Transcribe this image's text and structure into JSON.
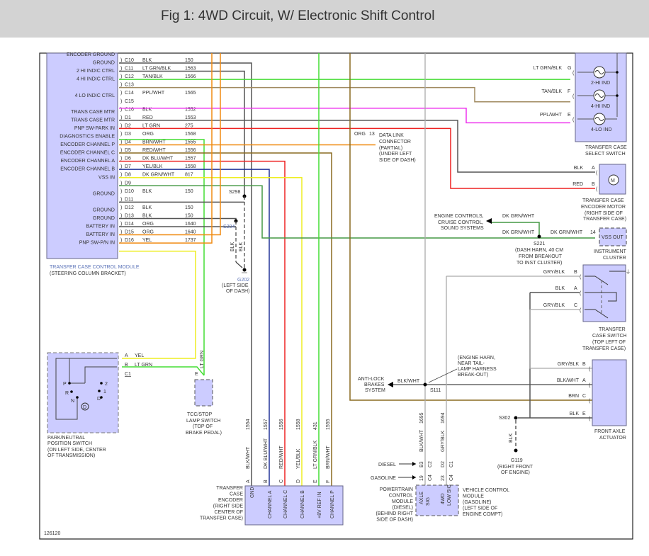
{
  "header": {
    "title": "Fig 1: 4WD Circuit, W/ Electronic Shift Control"
  },
  "figure_id": "126120",
  "colors": {
    "module_fill": "#ccccff",
    "module_border": "#666688",
    "label_blue": "#5b73b8",
    "BLK": "#555555",
    "LT_GRN": "#44dd33",
    "TAN": "#a08a60",
    "PPL_WHT": "#ee33ee",
    "RED": "#ee2222",
    "ORG": "#f08a10",
    "BRN": "#8a6a20",
    "DK_BLU": "#223399",
    "YEL": "#eeee22",
    "DK_GRN": "#449944",
    "GRY": "#aaaaaa"
  },
  "tccm": {
    "name": "TRANSFER CASE CONTROL MODULE",
    "location": "(STEERING COLUMN BRACKET)",
    "pins": [
      {
        "label": "ENCODER GROUND",
        "pin": "C10",
        "color": "BLK",
        "circuit": "150"
      },
      {
        "label": "GROUND",
        "pin": "C11",
        "color": "LT GRN/BLK",
        "circuit": "1563"
      },
      {
        "label": "2 HI INDIC CTRL",
        "pin": "C12",
        "color": "TAN/BLK",
        "circuit": "1566"
      },
      {
        "label": "4 HI INDIC CTRL",
        "pin": "C13",
        "color": "",
        "circuit": ""
      },
      {
        "label": "",
        "pin": "C14",
        "color": "PPL/WHT",
        "circuit": "1565"
      },
      {
        "label": "4 LO INDIC CTRL",
        "pin": "C15",
        "color": "",
        "circuit": ""
      },
      {
        "label": "",
        "pin": "C16",
        "color": "BLK",
        "circuit": "1552"
      },
      {
        "label": "TRANS CASE MTR",
        "pin": "D1",
        "color": "RED",
        "circuit": "1553"
      },
      {
        "label": "TRANS CASE MTR",
        "pin": "D2",
        "color": "LT GRN",
        "circuit": "275"
      },
      {
        "label": "PNP SW-PARK IN",
        "pin": "D3",
        "color": "ORG",
        "circuit": "1568"
      },
      {
        "label": "DIAGNOSTICS ENABLE",
        "pin": "D4",
        "color": "BRN/WHT",
        "circuit": "1555"
      },
      {
        "label": "ENCODER CHANNEL P",
        "pin": "D5",
        "color": "RED/WHT",
        "circuit": "1556"
      },
      {
        "label": "ENCODER CHANNEL C",
        "pin": "D6",
        "color": "DK BLU/WHT",
        "circuit": "1557"
      },
      {
        "label": "ENCODER CHANNEL A",
        "pin": "D7",
        "color": "YEL/BLK",
        "circuit": "1558"
      },
      {
        "label": "ENCODER CHANNEL B",
        "pin": "D8",
        "color": "DK GRN/WHT",
        "circuit": "817"
      },
      {
        "label": "VSS IN",
        "pin": "D9",
        "color": "",
        "circuit": ""
      },
      {
        "label": "",
        "pin": "D10",
        "color": "BLK",
        "circuit": "150"
      },
      {
        "label": "GROUND",
        "pin": "D11",
        "color": "",
        "circuit": ""
      },
      {
        "label": "",
        "pin": "D12",
        "color": "BLK",
        "circuit": "150"
      },
      {
        "label": "GROUND",
        "pin": "D13",
        "color": "BLK",
        "circuit": "150"
      },
      {
        "label": "GROUND",
        "pin": "D14",
        "color": "ORG",
        "circuit": "1640"
      },
      {
        "label": "BATTERY IN",
        "pin": "D15",
        "color": "ORG",
        "circuit": "1640"
      },
      {
        "label": "BATTERY IN",
        "pin": "D16",
        "color": "YEL",
        "circuit": "1737"
      },
      {
        "label": "PNP SW-P/N IN",
        "pin": "",
        "color": "",
        "circuit": ""
      }
    ]
  },
  "splices": {
    "s298": "S298",
    "s204": "S204",
    "g202": {
      "name": "G202",
      "loc1": "(LEFT SIDE",
      "loc2": "OF DASH)"
    },
    "blk1": "BLK",
    "blk2": "BLK",
    "s221": {
      "name": "S221",
      "loc": [
        "(DASH HARN, 40 CM",
        "FROM BREAKOUT",
        "TO INST CLUSTER)"
      ]
    },
    "s111": "S111",
    "s302": "S302",
    "g119": {
      "name": "G119",
      "loc1": "(RIGHT FRONT",
      "loc2": "OF ENGINE)"
    },
    "g119_wire": "BLK"
  },
  "dlc": {
    "wire": "ORG",
    "pin": "13",
    "name": [
      "DATA LINK",
      "CONNECTOR"
    ],
    "loc": [
      "(PARTIAL)",
      "(UNDER LEFT",
      "SIDE OF DASH)"
    ]
  },
  "select_switch": {
    "name": [
      "TRANSFER CASE",
      "SELECT SWITCH"
    ],
    "rows": [
      {
        "wire": "LT GRN/BLK",
        "pin": "G",
        "lamp": "2-HI IND"
      },
      {
        "wire": "TAN/BLK",
        "pin": "F",
        "lamp": "4-HI IND"
      },
      {
        "wire": "PPL/WHT",
        "pin": "E",
        "lamp": "4-LO IND"
      }
    ]
  },
  "encoder_motor": {
    "name": [
      "TRANSFER CASE",
      "ENCODER MOTOR"
    ],
    "loc": [
      "(RIGHT SIDE OF",
      "TRANSFER CASE)"
    ],
    "rows": [
      {
        "wire": "BLK",
        "pin": "A"
      },
      {
        "wire": "RED",
        "pin": "B"
      }
    ],
    "symbol": "M"
  },
  "inst_cluster": {
    "name": [
      "INSTRUMENT",
      "CLUSTER"
    ],
    "pin": "14",
    "wire": "DK GRN/WHT",
    "port": "VSS OUT"
  },
  "engine_controls": {
    "name": [
      "ENGINE CONTROLS,",
      "CRUISE CONTROL,",
      "SOUND SYSTEMS"
    ],
    "wire_top": "DK GRN/WHT",
    "wire_bottom": "DK GRN/WHT"
  },
  "tc_switch": {
    "name": [
      "TRANSFER",
      "CASE SWITCH"
    ],
    "loc": [
      "(TOP LEFT OF",
      "TRANSFER CASE)"
    ],
    "rows": [
      {
        "wire": "GRY/BLK",
        "pin": "B"
      },
      {
        "wire": "BLK",
        "pin": "A"
      },
      {
        "wire": "GRY/BLK",
        "pin": "C"
      }
    ]
  },
  "front_axle": {
    "name": [
      "FRONT AXLE",
      "ACTUATOR"
    ],
    "rows": [
      {
        "wire": "GRY/BLK",
        "pin": "B"
      },
      {
        "wire": "BLK/WHT",
        "pin": "A"
      },
      {
        "wire": "BRN",
        "pin": "C"
      },
      {
        "wire": "BLK",
        "pin": "E"
      }
    ]
  },
  "abs": {
    "name": [
      "ANTI-LOCK",
      "BRAKES",
      "SYSTEM"
    ],
    "wire": "BLK/WHT",
    "note": [
      "(ENGINE HARN,",
      "NEAR TAIL-",
      "LAMP HARNESS",
      "BREAK-OUT)"
    ]
  },
  "pcm": {
    "name": [
      "POWERTRAIN",
      "CONTROL",
      "MODULE",
      "(DIESEL)",
      "(BEHIND RIGHT",
      "SIDE OF DASH)"
    ],
    "vcm": [
      "VEHICLE CONTROL",
      "MODULE",
      "(GASOLINE)",
      "(LEFT SIDE OF",
      "ENGINE COMPT)"
    ],
    "diesel": "DIESEL",
    "gasoline": "GASOLINE",
    "wires": [
      {
        "circuit": "1695",
        "color": "BLK/WHT",
        "pin_d": "B3",
        "conn_d": "C2",
        "pin_g": "19",
        "conn_g": "C4",
        "port": [
          "AXLE",
          "SIG"
        ]
      },
      {
        "circuit": "1694",
        "color": "GRY/BLK",
        "pin_d": "D2",
        "conn_d": "C1",
        "pin_g": "23",
        "conn_g": "C4",
        "port": [
          "4WD",
          "LOW SIG"
        ]
      }
    ]
  },
  "encoder": {
    "name": [
      "TRANSFER",
      "CASE",
      "ENCODER",
      "(RIGHT SIDE",
      "CENTER OF",
      "TRANSFER CASE)"
    ],
    "pins": [
      {
        "pin": "A",
        "circuit": "1554",
        "color": "BLK/WHT",
        "port": "GND"
      },
      {
        "pin": "B",
        "circuit": "1557",
        "color": "DK BLU/WHT",
        "port": "CHANNEL A"
      },
      {
        "pin": "C",
        "circuit": "1556",
        "color": "RED/WHT",
        "port": "CHANNEL C"
      },
      {
        "pin": "D",
        "circuit": "1558",
        "color": "YEL/BLK",
        "port": "CHANNEL B"
      },
      {
        "pin": "E",
        "circuit": "431",
        "color": "LT GRN/BLK",
        "port": "+8V REF IN"
      },
      {
        "pin": "F",
        "circuit": "1555",
        "color": "BRN/WHT",
        "port": "CHANNEL P"
      }
    ]
  },
  "pnp": {
    "name": [
      "PARK/NEUTRAL",
      "POSITION SWITCH"
    ],
    "loc": [
      "(ON LEFT SIDE, CENTER",
      "OF TRANSMISSION)"
    ],
    "rows": [
      {
        "pin": "A",
        "wire": "YEL"
      },
      {
        "pin": "B",
        "wire": "LT GRN"
      }
    ],
    "connector": "C1",
    "positions": [
      "P",
      "R",
      "N",
      "D",
      "1",
      "2"
    ],
    "d_circle": "D"
  },
  "tcc": {
    "name": [
      "TCC/STOP",
      "LAMP SWITCH"
    ],
    "loc": [
      "(TOP OF",
      "BRAKE PEDAL)"
    ],
    "pin": "E",
    "wire": "LT GRN"
  }
}
